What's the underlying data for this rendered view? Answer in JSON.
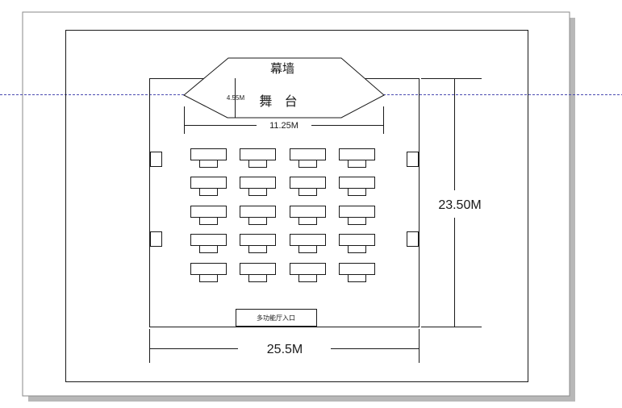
{
  "labels": {
    "curtain_wall": "幕墙",
    "stage": "舞   台",
    "stage_depth": "4.55M",
    "stage_width": "11.25M",
    "room_depth": "23.50M",
    "room_width": "25.5M",
    "entrance": "多功能厅入口"
  },
  "seating": {
    "rows": 5,
    "columns": 4
  },
  "colors": {
    "line": "#1a1a1a",
    "guide": "#4a4ab0",
    "page_shadow": "#b8b8b8",
    "page_border": "#8a8a8a"
  }
}
